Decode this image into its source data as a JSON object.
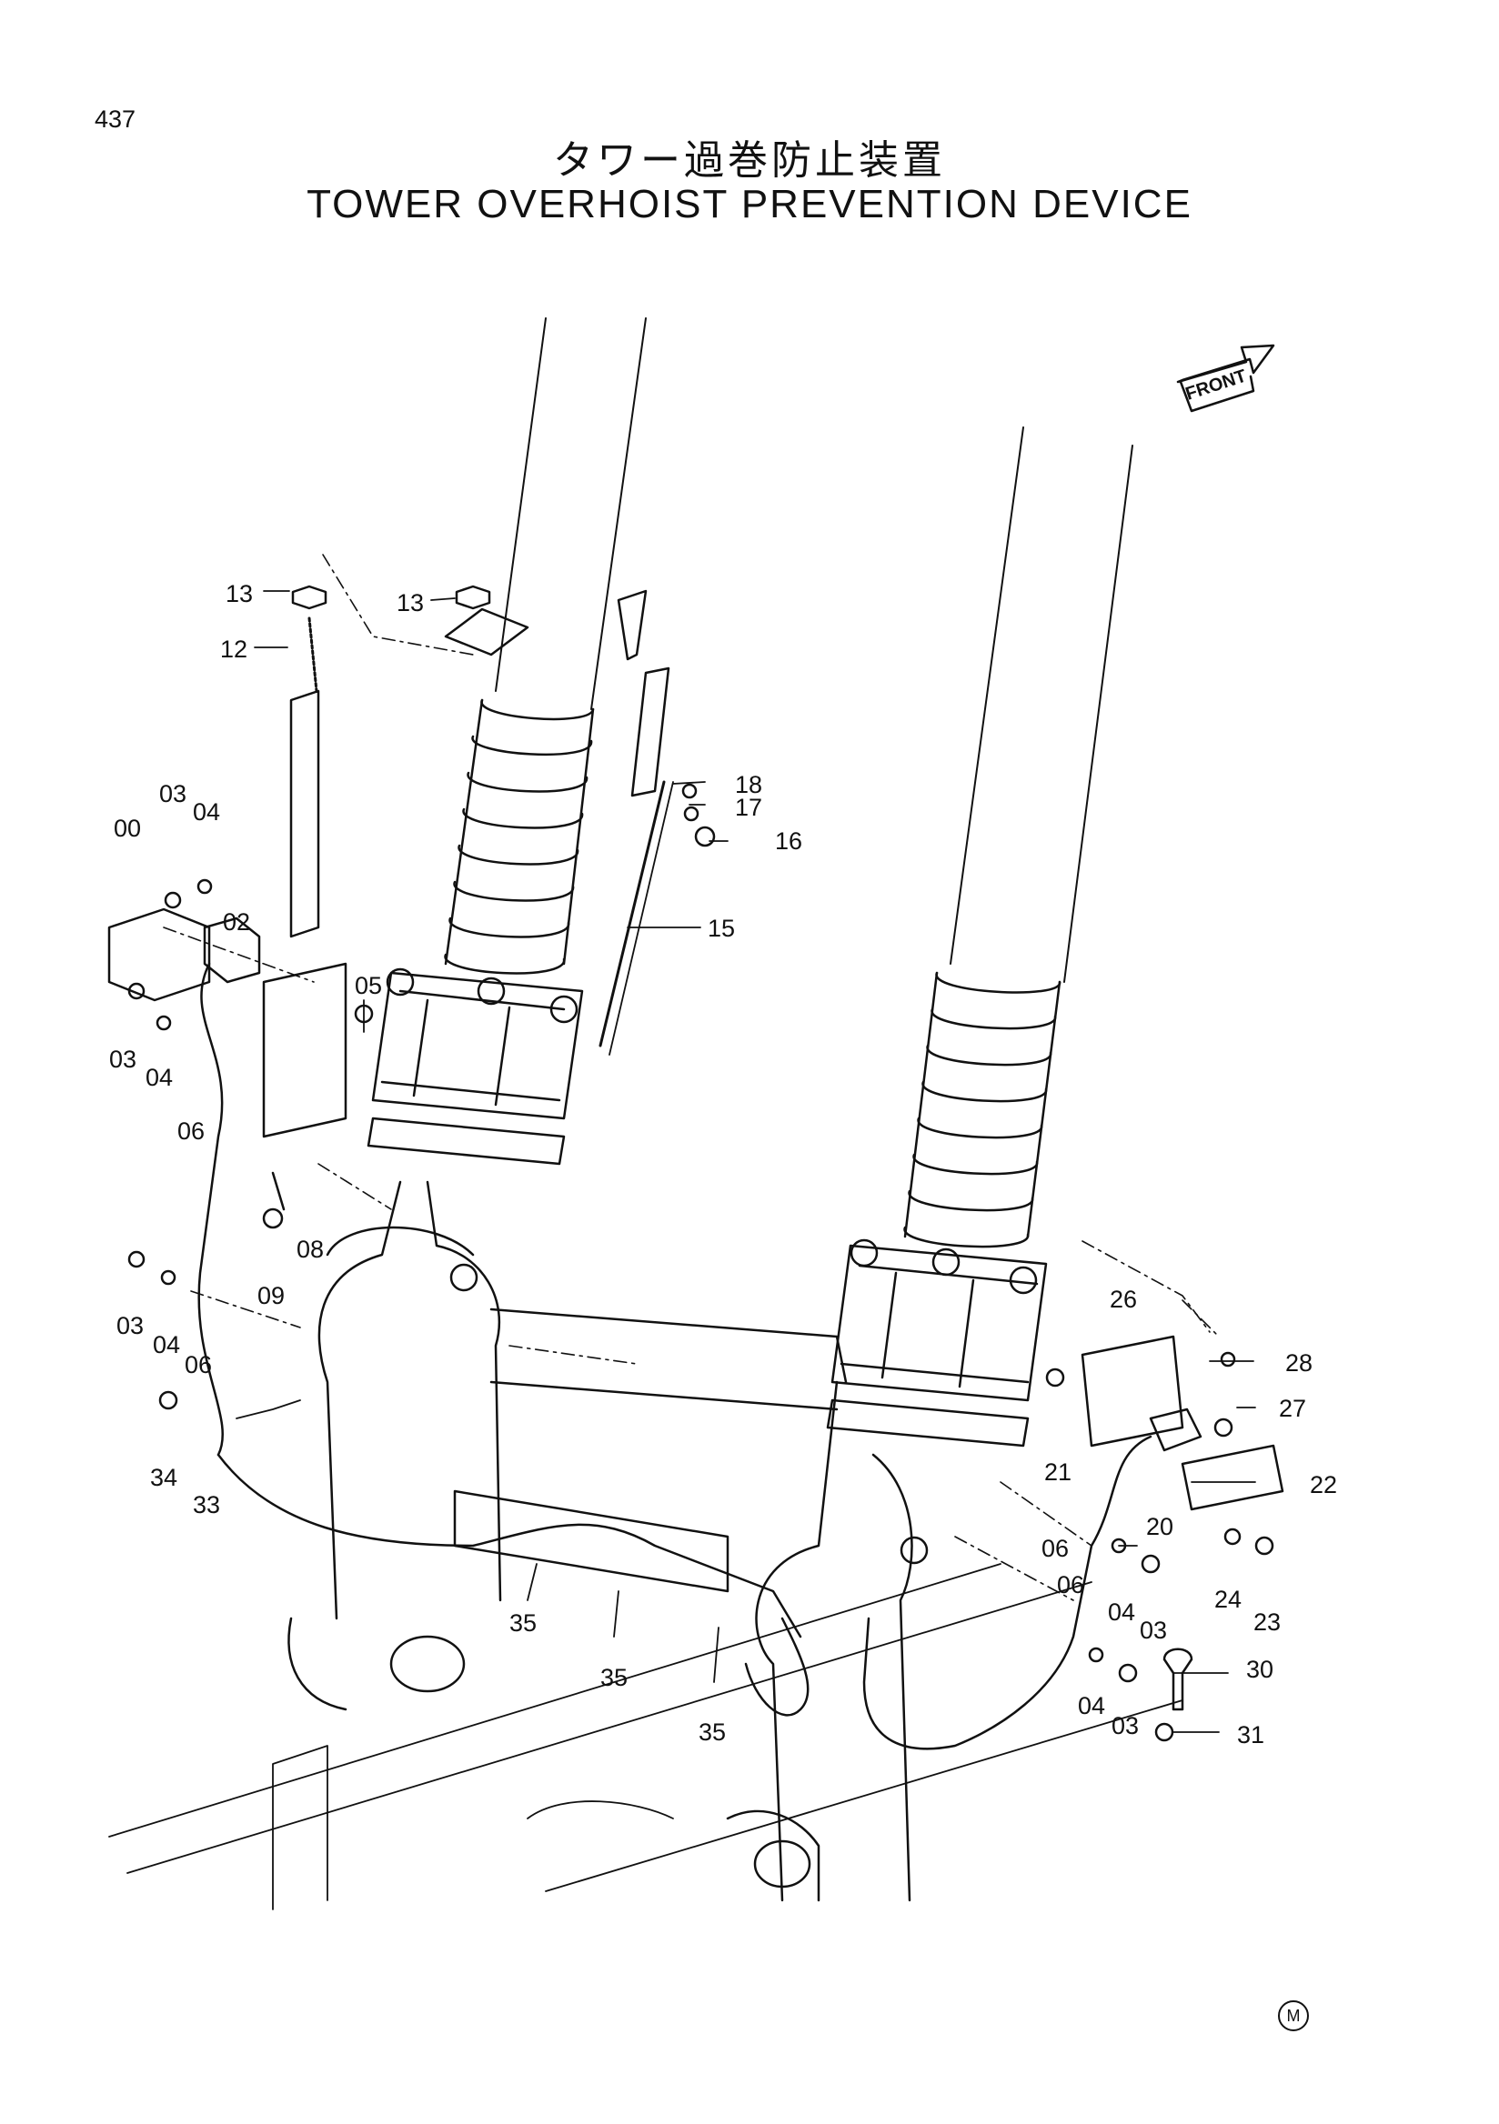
{
  "page_number": "437",
  "title_jp": "タワー過巻防止装置",
  "title_en": "TOWER OVERHOIST PREVENTION DEVICE",
  "front_label": "FRONT",
  "mark": "M",
  "callouts": {
    "c13a": "13",
    "c13b": "13",
    "c12": "12",
    "c18": "18",
    "c17": "17",
    "c16": "16",
    "c15": "15",
    "c03a": "03",
    "c04a": "04",
    "c00": "00",
    "c02": "02",
    "c05": "05",
    "c03b": "03",
    "c04b": "04",
    "c06a": "06",
    "c08": "08",
    "c09": "09",
    "c03c": "03",
    "c04c": "04",
    "c06b": "06",
    "c34": "34",
    "c33": "33",
    "c35a": "35",
    "c35b": "35",
    "c35c": "35",
    "c26": "26",
    "c28": "28",
    "c27": "27",
    "c21": "21",
    "c22": "22",
    "c20": "20",
    "c06c": "06",
    "c04d": "04",
    "c03d": "03",
    "c06d": "06",
    "c24": "24",
    "c23": "23",
    "c30": "30",
    "c04e": "04",
    "c03e": "03",
    "c31": "31"
  }
}
